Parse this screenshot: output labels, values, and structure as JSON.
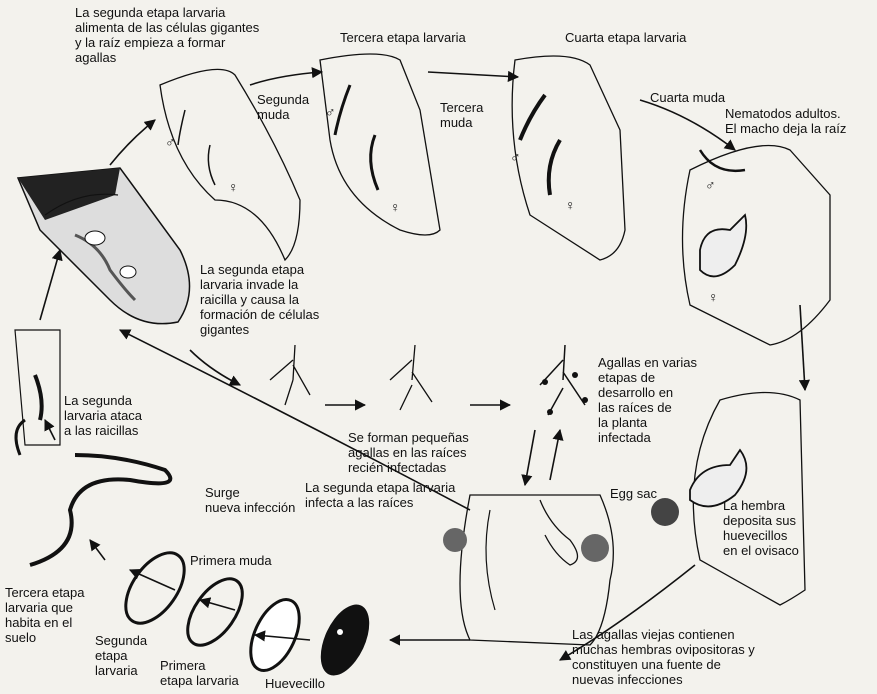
{
  "labels": {
    "second_stage_feeds": "La segunda etapa larvaria\nalimenta de las células gigantes\ny la raíz empieza a formar\nagallas",
    "third_stage": "Tercera etapa larvaria",
    "fourth_stage": "Cuarta etapa larvaria",
    "second_molt": "Segunda\nmuda",
    "third_molt": "Tercera\nmuda",
    "fourth_molt": "Cuarta muda",
    "adults": "Nematodos adultos.\nEl macho deja la raíz",
    "invades": "La segunda etapa\nlarvaria invade la\nraicilla y causa la\nformación de células\ngigantes",
    "galls_stages": "Agallas en varias\netapas de\ndesarrollo en\nlas raíces de\nla planta\ninfectada",
    "attacks": "La segunda\nlarvaria ataca\na las raicillas",
    "small_galls": "Se forman pequeñas\nagallas en las raíces\nrecién infectadas",
    "new_infection": "Surge\nnueva infección",
    "second_infects": "La segunda etapa larvaria\ninfecta a las raíces",
    "egg_sac": "Egg sac",
    "female_deposits": "La hembra\ndeposita sus\nhuevecillos\nen el ovisaco",
    "first_molt": "Primera muda",
    "third_soil": "Tercera etapa\nlarvaria que\nhabita en el\nsuelo",
    "second_larva": "Segunda\netapa\nlarvaria",
    "first_larva": "Primera\netapa larvaria",
    "egg": "Huevecillo",
    "old_galls": "Las agallas viejas contienen\nmuchas hembras ovipositoras y\nconstituyen una fuente de\nnuevas infecciones"
  },
  "symbols": {
    "male": "♂",
    "female": "♀"
  },
  "colors": {
    "ink": "#111111",
    "paper": "#f3f2ed"
  }
}
